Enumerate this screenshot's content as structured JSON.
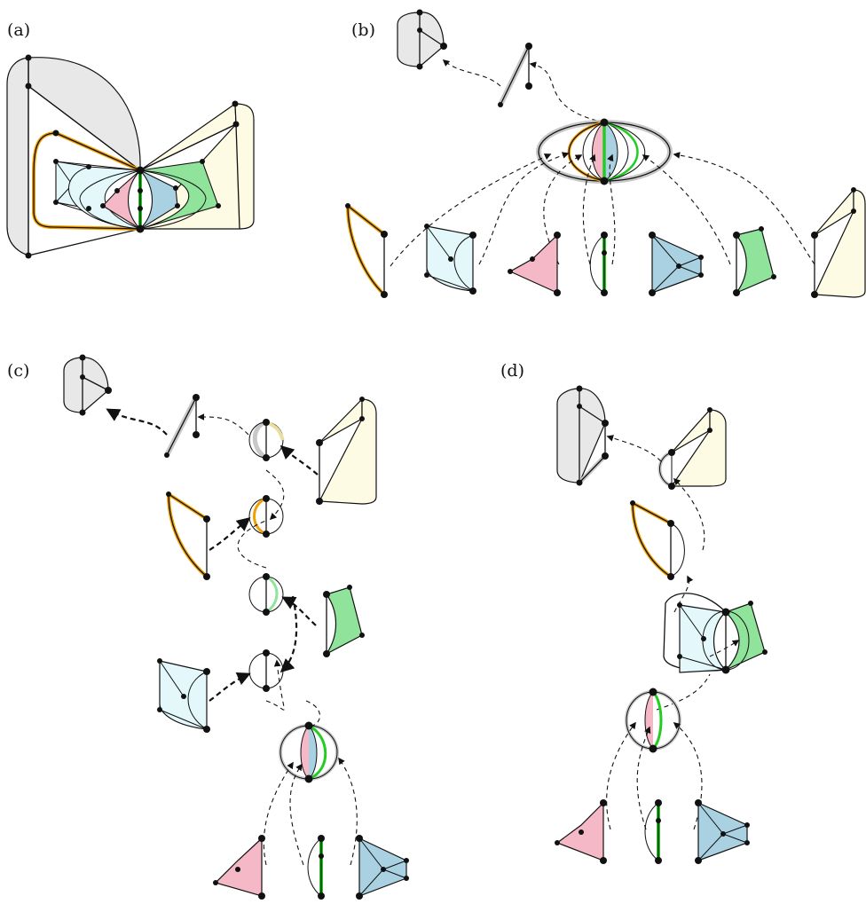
{
  "panels": {
    "a": {
      "label": "(a)"
    },
    "b": {
      "label": "(b)"
    },
    "c": {
      "label": "(c)"
    },
    "d": {
      "label": "(d)"
    }
  },
  "colors": {
    "gray_face": "#e8e8e8",
    "yellow_face": "#fdfbe3",
    "orange_edge": "#f0a000",
    "cyan_face": "#e4f8fb",
    "pink_face": "#f4b8c6",
    "green_edge": "#22cc22",
    "blue_face": "#a9d1e2",
    "green_face": "#8fe39a",
    "glow": "#c8c8c8"
  }
}
